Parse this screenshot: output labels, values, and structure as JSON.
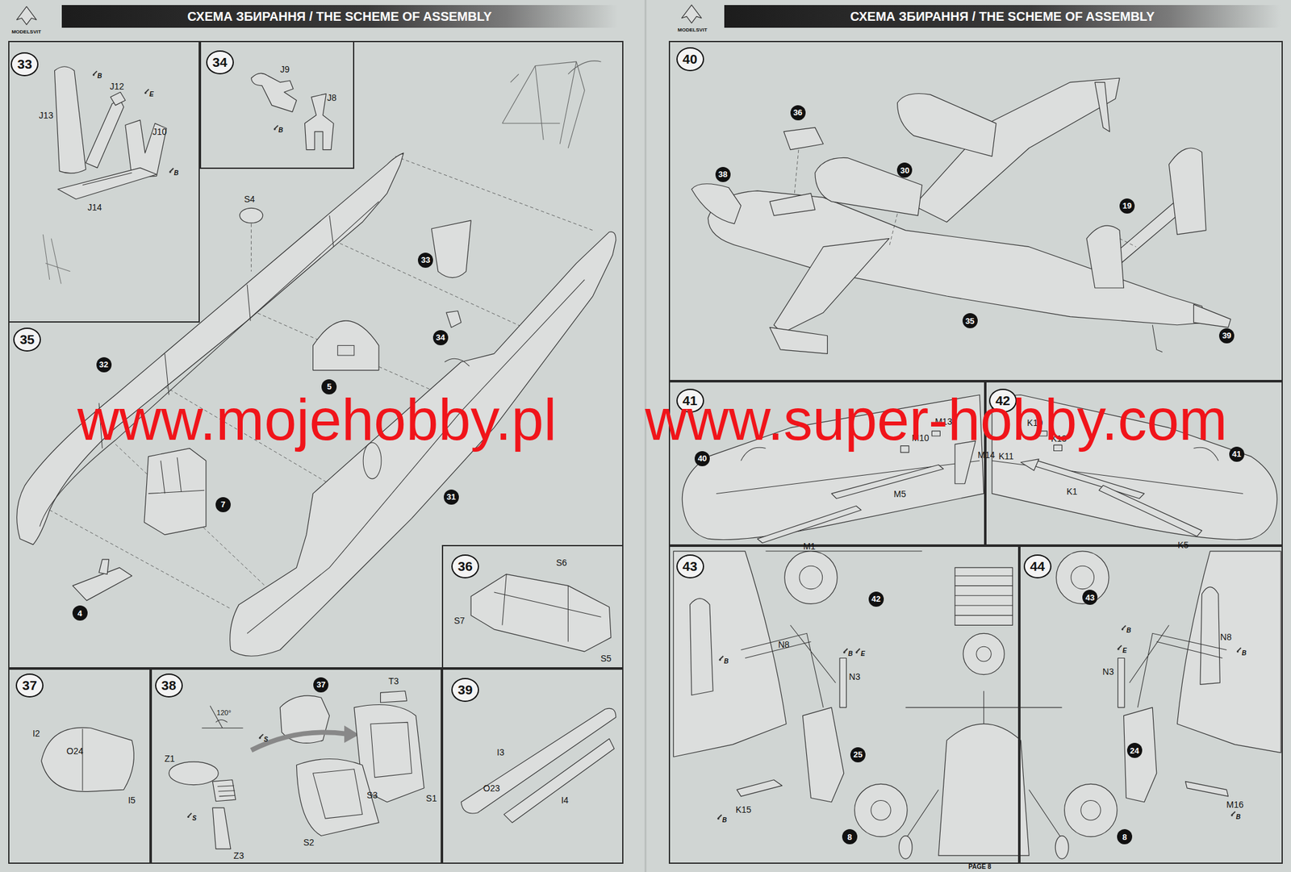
{
  "diagram": {
    "nodes": [
      {
        "text": [
          "СХЕМА ЗБИРАННЯ / THE SCHEME OF ASSEMBLY"
        ]
      },
      {
        "text": [
          "СХЕМА ЗБИРАННЯ / THE SCHEME OF ASSEMBLY"
        ]
      },
      {
        "text": [
          "33"
        ]
      },
      {
        "text": [
          "34"
        ]
      },
      {
        "text": [
          "35"
        ]
      },
      {
        "text": [
          "36"
        ]
      },
      {
        "text": [
          "37"
        ]
      },
      {
        "text": [
          "38"
        ]
      },
      {
        "text": [
          "39"
        ]
      },
      {
        "text": [
          "40"
        ]
      },
      {
        "text": [
          "41"
        ]
      },
      {
        "text": [
          "42"
        ]
      },
      {
        "text": [
          "43"
        ]
      },
      {
        "text": [
          "44"
        ]
      }
    ],
    "labels": [
      "MODELSVIT",
      "B",
      "J12",
      "E",
      "J13",
      "J10",
      "B",
      "J14",
      "J9",
      "J8",
      "B",
      "S4",
      "33",
      "34",
      "32",
      "5",
      "7",
      "31",
      "4",
      "S6",
      "S7",
      "S5",
      "I2",
      "O24",
      "I5",
      "120°",
      "37",
      "T3",
      "S",
      "Z1",
      "S1",
      "S3",
      "S2",
      "S",
      "Z3",
      "I3",
      "O23",
      "I4",
      "MODELSVIT",
      "36",
      "38",
      "30",
      "19",
      "35",
      "39",
      "40",
      "M13",
      "M10",
      "M14",
      "M5",
      "M1",
      "41",
      "K10",
      "K13",
      "K11",
      "K1",
      "K5",
      "42",
      "N8",
      "B",
      "B",
      "E",
      "N3",
      "25",
      "K15",
      "B",
      "8",
      "43",
      "B",
      "N8",
      "E",
      "B",
      "N3",
      "24",
      "M16",
      "B",
      "8",
      "www.mojehobby.pl",
      "www.super-hobby.com",
      "PAGE 8"
    ]
  }
}
